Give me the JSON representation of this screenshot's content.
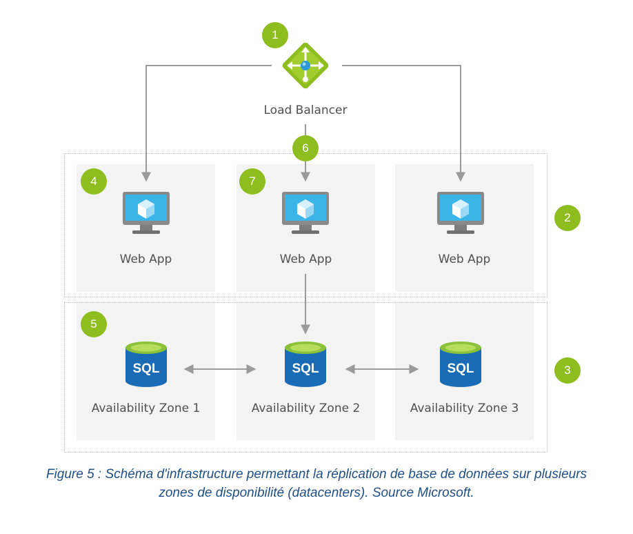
{
  "badges": [
    "1",
    "2",
    "3",
    "4",
    "5",
    "6",
    "7"
  ],
  "load_balancer": {
    "label": "Load Balancer",
    "icon": "load-balancer-icon"
  },
  "web_apps": [
    {
      "label": "Web App",
      "icon": "monitor-cube-icon"
    },
    {
      "label": "Web App",
      "icon": "monitor-cube-icon"
    },
    {
      "label": "Web App",
      "icon": "monitor-cube-icon"
    }
  ],
  "databases": [
    {
      "label": "Availability Zone 1",
      "icon_text": "SQL"
    },
    {
      "label": "Availability Zone 2",
      "icon_text": "SQL"
    },
    {
      "label": "Availability Zone 3",
      "icon_text": "SQL"
    }
  ],
  "caption": {
    "line1": "Figure 5 : Schéma d'infrastructure permettant la réplication de base de données sur plusieurs",
    "line2": "zones de disponibilité (datacenters). Source Microsoft."
  },
  "colors": {
    "badge": "#8ebd1f",
    "zone_background": "#f3f3f3",
    "connector": "#9a9a9a",
    "monitor_screen": "#3bb4e8",
    "sql_blue": "#1a6bb5",
    "sql_top": "#9acd32",
    "caption": "#1f4f85"
  }
}
